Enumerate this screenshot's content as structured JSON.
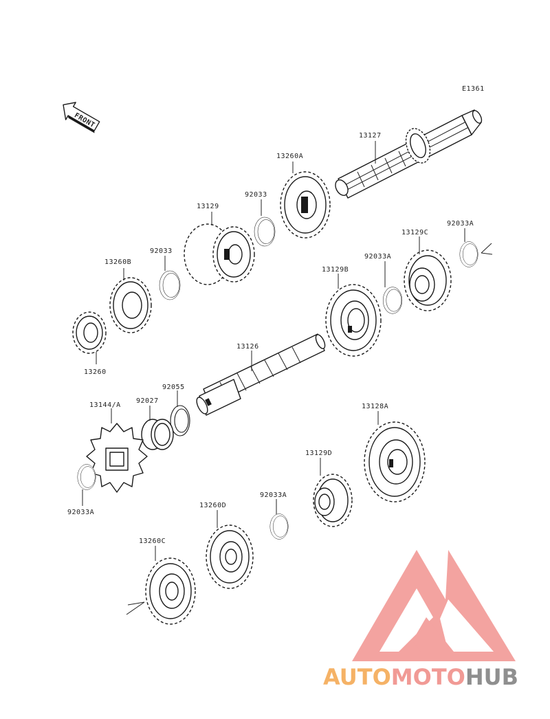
{
  "diagram_code": "E1361",
  "front_label": "FRONT",
  "watermark": {
    "brand_part1": "AUTOMOTO",
    "brand_part2": "HUB",
    "color_orange": "#f5b266",
    "color_pink": "#f19a95",
    "color_grey": "#8f8f8f",
    "triangle_color": "#f29a96"
  },
  "parts": {
    "p13127": "13127",
    "p13260A": "13260A",
    "p92033_a": "92033",
    "p13129": "13129",
    "p92033_b": "92033",
    "p13260B": "13260B",
    "p13260": "13260",
    "p13129C": "13129C",
    "p92033A_a": "92033A",
    "p92033A_b": "92033A",
    "p13129B": "13129B",
    "p13126": "13126",
    "p92055": "92055",
    "p92027": "92027",
    "p13144A": "13144/A",
    "p92033A_c": "92033A",
    "p13128A": "13128A",
    "p13129D": "13129D",
    "p92033A_d": "92033A",
    "p13260D": "13260D",
    "p13260C": "13260C"
  }
}
